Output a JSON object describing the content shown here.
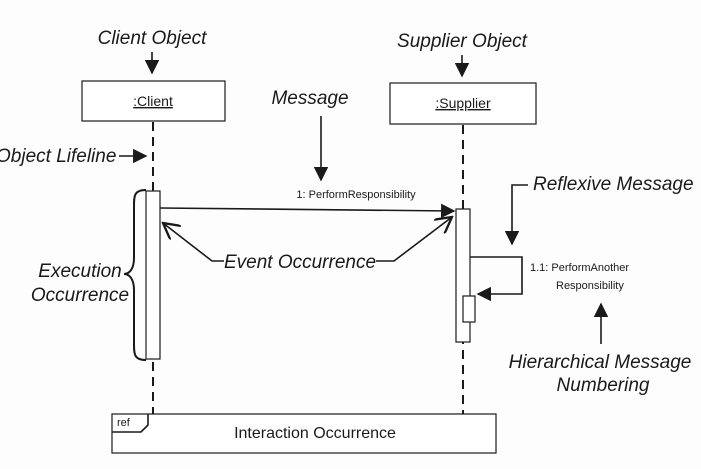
{
  "labels": {
    "client_object": "Client Object",
    "supplier_object": "Supplier Object",
    "message": "Message",
    "object_lifeline": "Object Lifeline",
    "reflexive_message": "Reflexive Message",
    "event_occurrence": "Event Occurrence",
    "execution_line1": "Execution",
    "execution_line2": "Occurrence",
    "hierarchical_line1": "Hierarchical Message",
    "hierarchical_line2": "Numbering"
  },
  "objects": {
    "client": ":Client",
    "supplier": ":Supplier"
  },
  "messages": {
    "m1": "1: PerformResponsibility",
    "m11_line1": "1.1: PerformAnother",
    "m11_line2": "Responsibility"
  },
  "interaction": {
    "ref_tag": "ref",
    "title": "Interaction Occurrence"
  }
}
